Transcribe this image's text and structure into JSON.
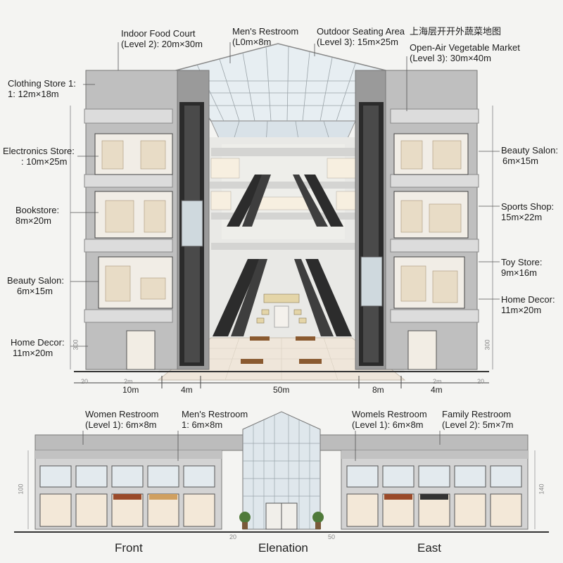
{
  "title": "上海层开开外蔬菜地图",
  "section_labels": {
    "clothing": [
      "Clothing Store 1:",
      "1: 12m×18m"
    ],
    "food_court": [
      "Indoor Food Court",
      "(Level 2): 20m×30m"
    ],
    "mens_top": [
      "Men's Restroom",
      "(L0m×8m"
    ],
    "outdoor_seating": [
      "Outdoor Seating Area",
      "(Level 3): 15m×25m"
    ],
    "vegetable_market": [
      "Open-Air Vegetable Market",
      "(Level 3): 30m×40m"
    ],
    "electronics": [
      "Electronics Store:",
      ": 10m×25m"
    ],
    "bookstore": [
      "Bookstore:",
      "8m×20m"
    ],
    "beauty_left": [
      "Beauty Salon:",
      "6m×15m"
    ],
    "home_left": [
      "Home Decor:",
      "11m×20m"
    ],
    "beauty_right": [
      "Beauty Salon:",
      "6m×15m"
    ],
    "sports": [
      "Sports Shop:",
      "15m×22m"
    ],
    "toy": [
      "Toy Store:",
      "9m×16m"
    ],
    "home_right": [
      "Home Decor:",
      "11m×20m"
    ]
  },
  "section_dimensions": {
    "main": [
      "10m",
      "4m",
      "50m",
      "8m",
      "4m"
    ],
    "faint": [
      "20",
      "2m",
      "2m",
      "20",
      "300",
      "300"
    ]
  },
  "elevation_labels": {
    "women_l": [
      "Women Restroom",
      "(Level 1): 6m×8m"
    ],
    "mens_l": [
      "Men's Restroom",
      "1: 6m×8m"
    ],
    "womens_r": [
      "Womels Restroom",
      "(Level 1): 6m×8m"
    ],
    "family": [
      "Family Restroom",
      "(Level 2): 5m×7m"
    ]
  },
  "elevation_faint": [
    "100",
    "140",
    "20",
    "50"
  ],
  "captions": {
    "front": "Front",
    "center": "Elenation",
    "east": "East"
  },
  "colors": {
    "wall": "#bfbfbf",
    "slab": "#dedede",
    "dark": "#2b2b2b",
    "glass": "#dfe8ee",
    "floor": "#efe6da"
  }
}
